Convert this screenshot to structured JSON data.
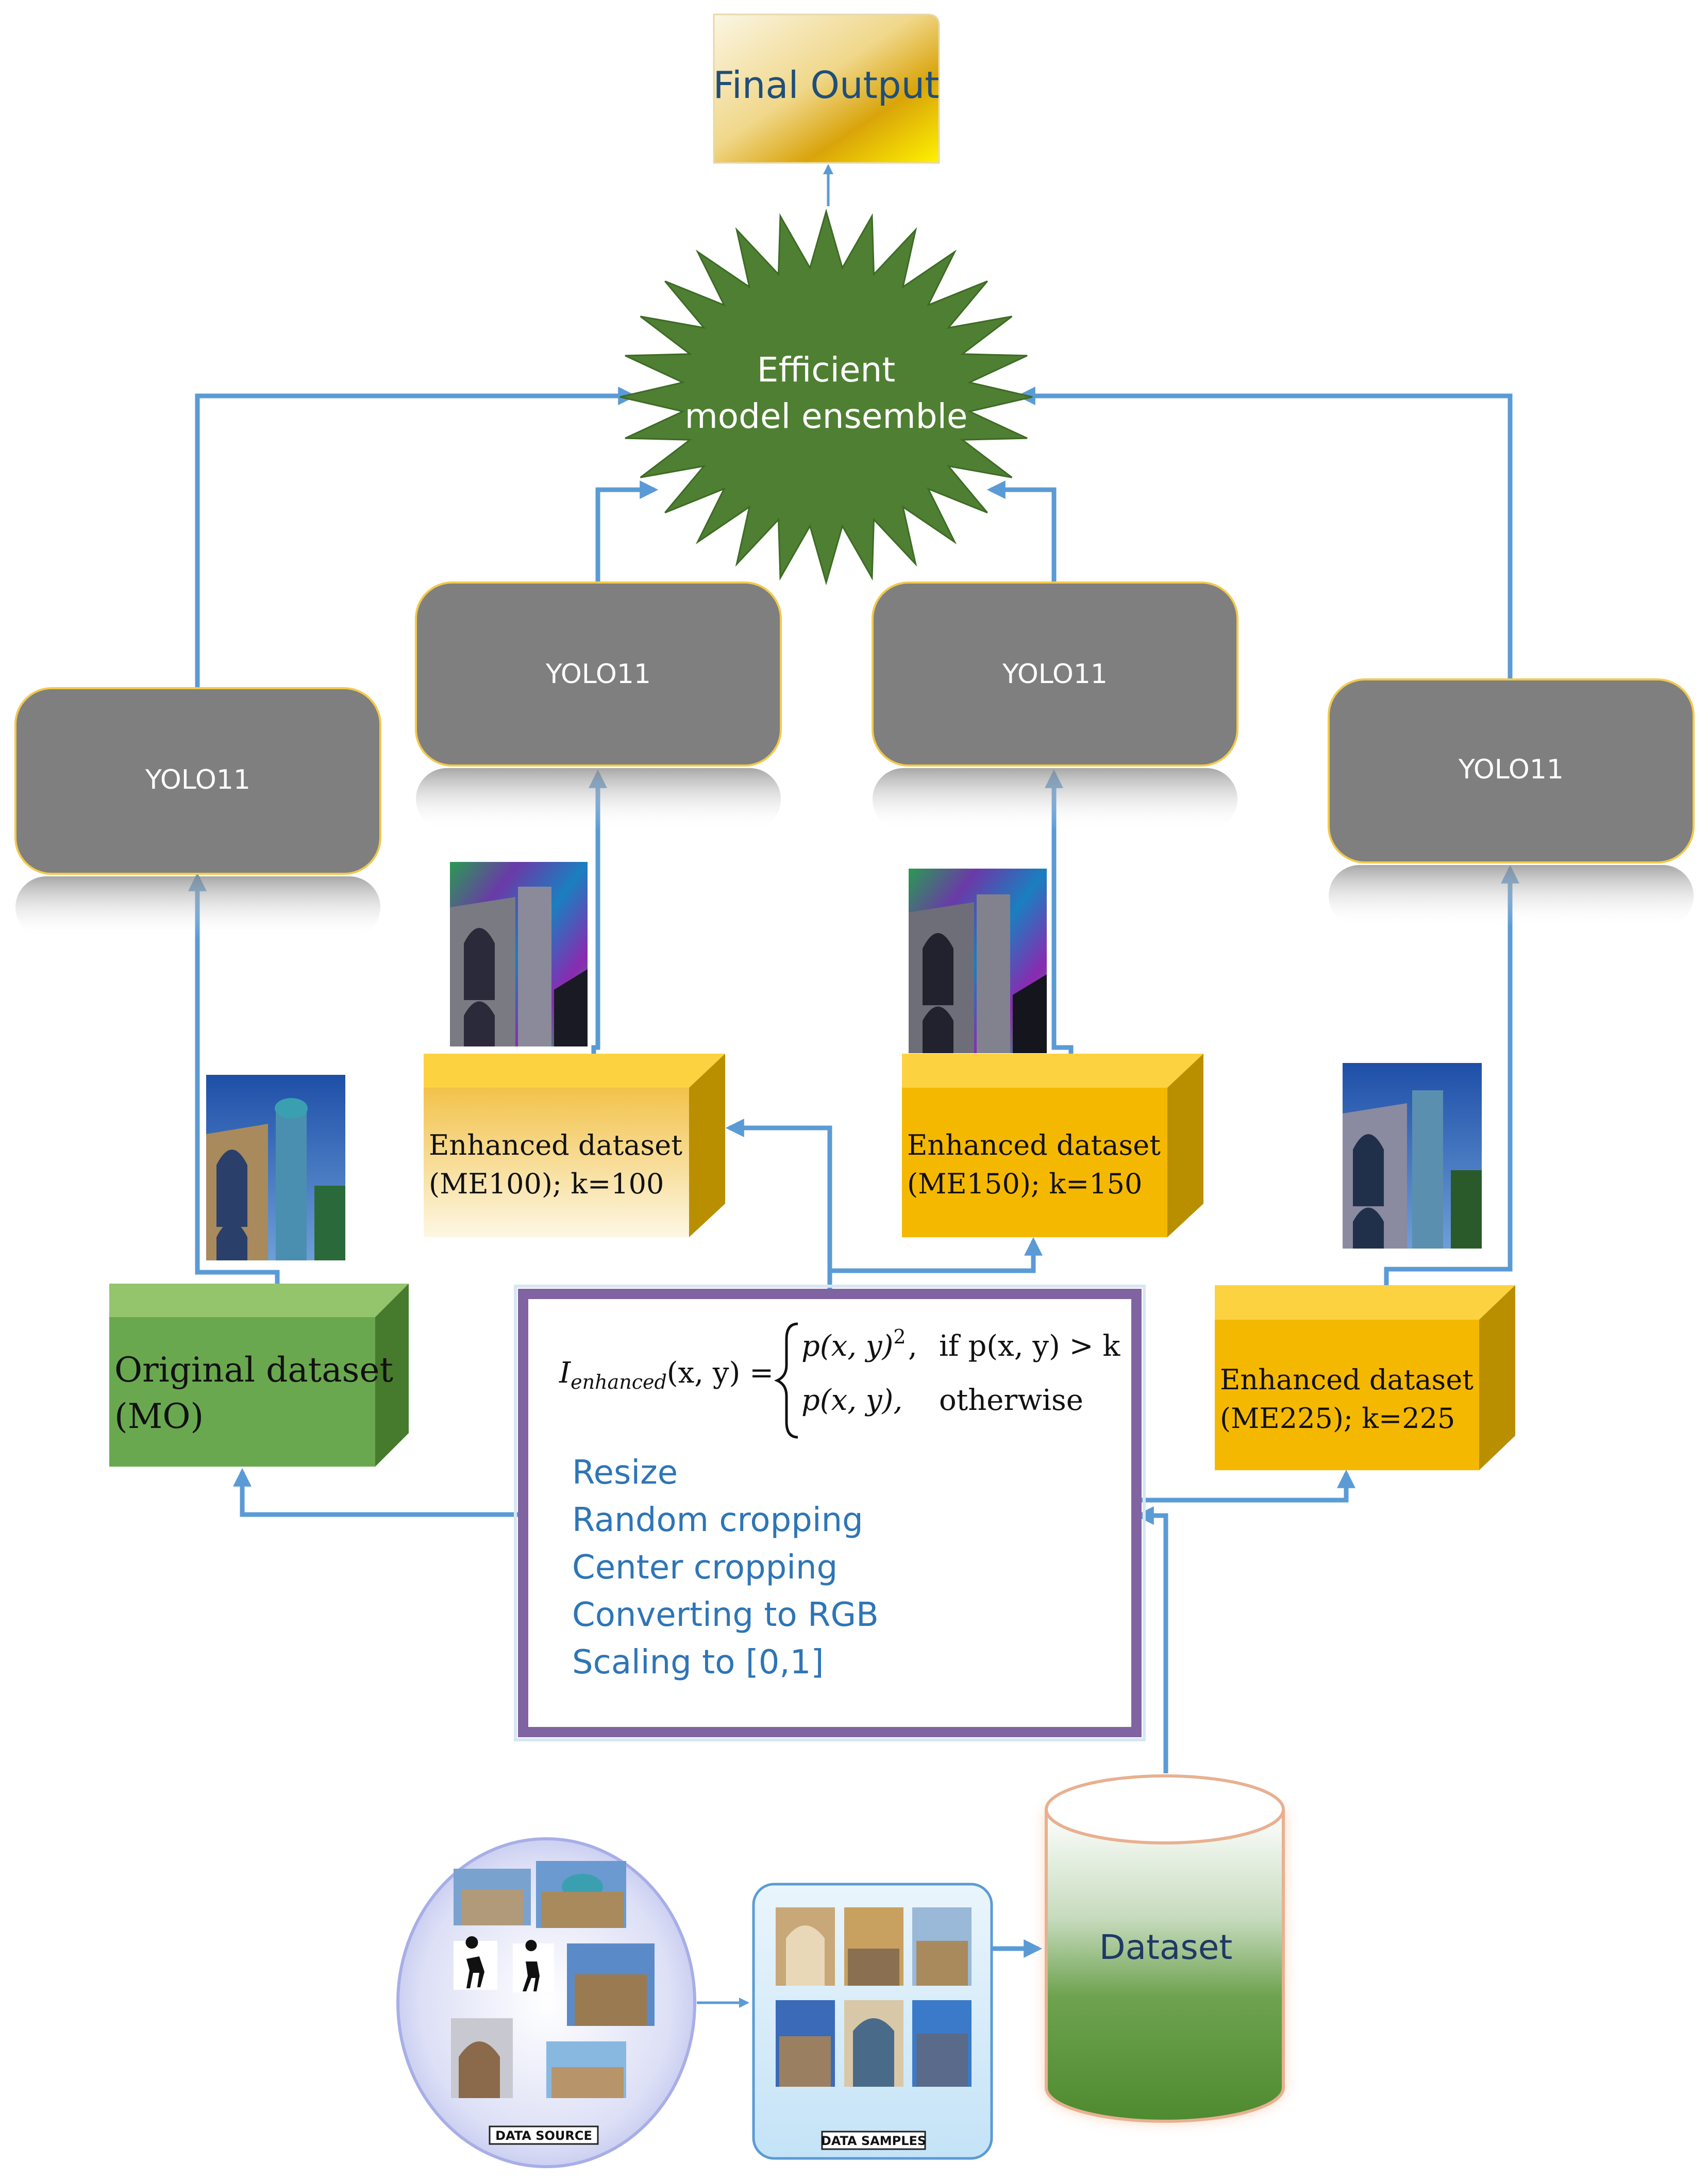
{
  "final_output": {
    "label": "Final Output"
  },
  "ensemble": {
    "line1": "Efficient",
    "line2": "model ensemble"
  },
  "yolo_models": [
    {
      "label": "YOLO11"
    },
    {
      "label": "YOLO11"
    },
    {
      "label": "YOLO11"
    },
    {
      "label": "YOLO11"
    }
  ],
  "datasets": {
    "original": {
      "line1": "Original dataset",
      "line2": "(MO)"
    },
    "me100": {
      "line1": "Enhanced dataset",
      "line2": "(ME100); k=100"
    },
    "me150": {
      "line1": "Enhanced dataset",
      "line2": "(ME150); k=150"
    },
    "me225": {
      "line1": "Enhanced dataset",
      "line2": "(ME225); k=225"
    }
  },
  "preprocessing": {
    "formula": {
      "lhs": "I",
      "lhs_sub": "enhanced",
      "lhs_args": "(x, y) =",
      "case1_expr": "p(x, y)",
      "case1_exp": "2",
      "case1_cond": "if p(x, y) > k",
      "case2_expr": "p(x, y),",
      "case2_cond": "otherwise"
    },
    "steps": [
      "Resize",
      "Random cropping",
      "Center cropping",
      "Converting to RGB",
      "Scaling to [0,1]"
    ]
  },
  "dataset_cylinder": {
    "label": "Dataset"
  },
  "data_source": {
    "label": "DATA SOURCE"
  },
  "data_samples": {
    "label": "DATA SAMPLES"
  },
  "colors": {
    "arrow": "#5b9bd5",
    "yolo": "#7f7f7f",
    "ensemble": "#4f7f32",
    "original": "#6aa84f",
    "enhanced": "#f5b800",
    "frame": "#8064a2",
    "steps_text": "#2e75b6",
    "dataset_text": "#1f3864"
  }
}
